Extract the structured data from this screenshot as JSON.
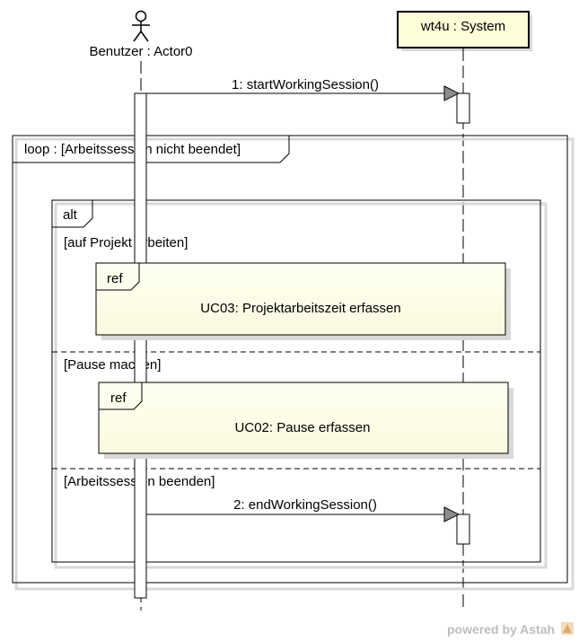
{
  "diagram": {
    "actor_label": "Benutzer : Actor0",
    "system_label": "wt4u : System",
    "messages": [
      {
        "label": "1: startWorkingSession()"
      },
      {
        "label": "2: endWorkingSession()"
      }
    ],
    "loop": {
      "operator": "loop",
      "guard_text": "loop : [Arbeitssession nicht beendet]"
    },
    "alt": {
      "operator": "alt",
      "operands": [
        {
          "guard": "[auf Projekt arbeiten]"
        },
        {
          "guard": "[Pause machen]"
        },
        {
          "guard": "[Arbeitssession beenden]"
        }
      ]
    },
    "refs": [
      {
        "operator": "ref",
        "text": "UC03: Projektarbeitszeit erfassen"
      },
      {
        "operator": "ref",
        "text": "UC02: Pause erfassen"
      }
    ],
    "colors": {
      "ref_fill": "#fcfce6",
      "system_fill": "#fefed8",
      "shadow": "#d9d9d9",
      "arrowhead": "#8c8c8c"
    }
  },
  "watermark": {
    "text": "powered by Astah",
    "icon": "astah-logo-icon"
  }
}
